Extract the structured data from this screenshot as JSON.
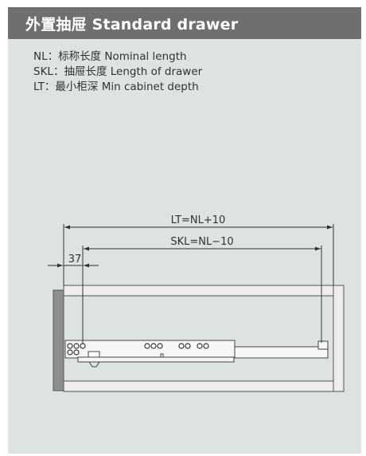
{
  "header": {
    "title": "外置抽屉  Standard drawer",
    "color": "#6f6f6f"
  },
  "legend": {
    "items": [
      {
        "abbr": "NL",
        "sep": "：",
        "desc": "标称长度 Nominal length"
      },
      {
        "abbr": "SKL",
        "sep": "：",
        "desc": "抽屉长度 Length of drawer"
      },
      {
        "abbr": "LT",
        "sep": "：",
        "desc": "最小柜深  Min cabinet depth"
      }
    ]
  },
  "diagram": {
    "dimensions": {
      "lt": "LT=NL+10",
      "skl": "SKL=NL−10",
      "offset": "37"
    },
    "colors": {
      "background": "#dce3e0",
      "cabinet_fill": "#ededec",
      "cabinet_stroke": "#555555",
      "wall_fill": "#8e8e8e",
      "line": "#333333"
    }
  }
}
